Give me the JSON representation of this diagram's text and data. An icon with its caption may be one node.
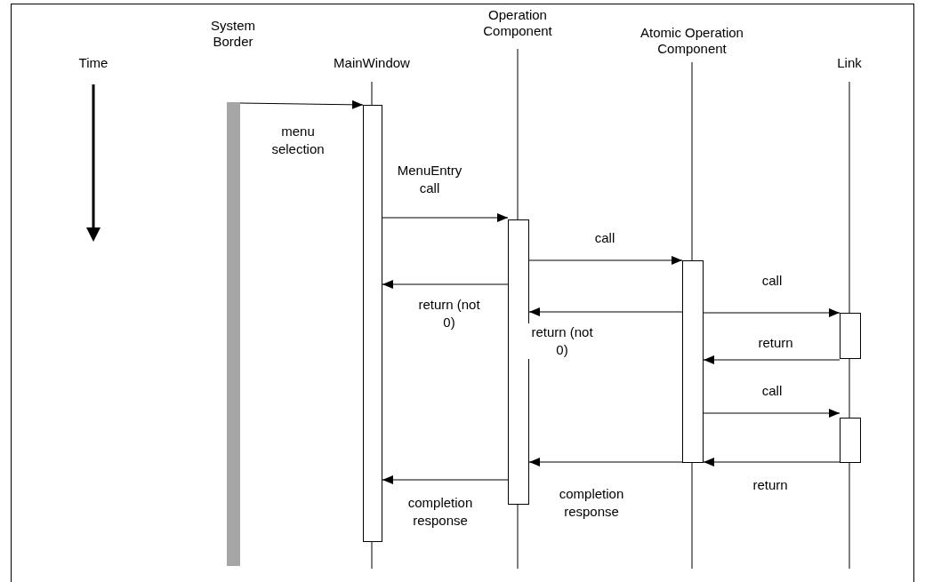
{
  "diagram": {
    "nodes": [
      {
        "text": [
          "System Border"
        ]
      },
      {
        "text": [
          "MainWindow"
        ]
      },
      {
        "text": [
          "Operation Component"
        ]
      },
      {
        "text": [
          "Atomic Operation Component"
        ]
      },
      {
        "text": [
          "Link"
        ]
      },
      {
        "text": [],
        "shape": "bar"
      },
      {
        "text": [],
        "shape": "bar"
      },
      {
        "text": [],
        "shape": "bar"
      },
      {
        "text": [],
        "shape": "bar"
      },
      {
        "text": [],
        "shape": "bar"
      },
      {
        "text": [],
        "shape": "bar"
      }
    ],
    "edges": [
      {
        "from": 5,
        "to": 6,
        "arrow": "to",
        "label": "menu selection"
      },
      {
        "from": 6,
        "to": 7,
        "arrow": "to",
        "label": "MenuEntry call"
      },
      {
        "from": 7,
        "to": 8,
        "arrow": "to",
        "label": "call"
      },
      {
        "from": 7,
        "to": 6,
        "arrow": "to",
        "label": "return (not 0)"
      },
      {
        "from": 8,
        "to": 9,
        "arrow": "to",
        "label": "call"
      },
      {
        "from": 8,
        "to": 7,
        "arrow": "to",
        "label": "return (not 0)"
      },
      {
        "from": 9,
        "to": 8,
        "arrow": "to",
        "label": "return"
      },
      {
        "from": 8,
        "to": 10,
        "arrow": "to",
        "label": "call"
      },
      {
        "from": 10,
        "to": 8,
        "arrow": "to",
        "label": "return"
      },
      {
        "from": 8,
        "to": 7,
        "arrow": "to",
        "label": "completion response"
      },
      {
        "from": 7,
        "to": 6,
        "arrow": "to",
        "label": "completion response"
      }
    ],
    "labels": [
      "Time"
    ]
  }
}
